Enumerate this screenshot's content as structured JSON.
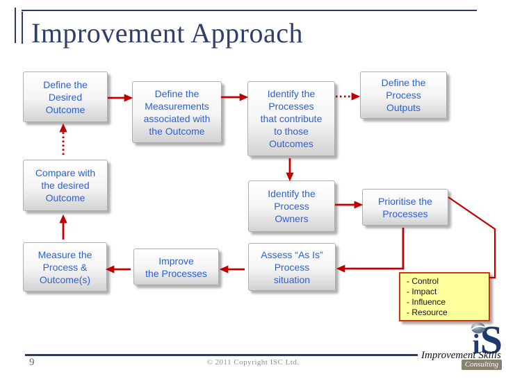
{
  "slide": {
    "title": "Improvement Approach",
    "page_number": "9",
    "copyright": "© 2011 Copyright ISC Ltd."
  },
  "colors": {
    "accent_navy": "#2e3a5e",
    "title_navy": "#2f3e6d",
    "node_text_blue": "#2b60d9",
    "arrow_red": "#c00000",
    "note_fill_yellow": "#ffff9e",
    "note_border_red": "#cc3322"
  },
  "flowchart": {
    "nodes": [
      {
        "id": "define-desired-outcome",
        "label": "Define the\nDesired\nOutcome"
      },
      {
        "id": "define-measurements",
        "label": "Define the\nMeasurements\nassociated with\nthe Outcome"
      },
      {
        "id": "identify-processes",
        "label": "Identify the\nProcesses\nthat contribute\nto those\nOutcomes"
      },
      {
        "id": "define-process-outputs",
        "label": "Define the\nProcess\nOutputs"
      },
      {
        "id": "compare-with-desired",
        "label": "Compare with\nthe desired\nOutcome"
      },
      {
        "id": "identify-process-owners",
        "label": "Identify the\nProcess\nOwners"
      },
      {
        "id": "prioritise-processes",
        "label": "Prioritise the\nProcesses"
      },
      {
        "id": "measure-process-outcomes",
        "label": "Measure the\nProcess &\nOutcome(s)"
      },
      {
        "id": "improve-processes",
        "label": "Improve\nthe Processes"
      },
      {
        "id": "assess-as-is",
        "label": "Assess “As Is”\nProcess\nsituation"
      }
    ],
    "note": {
      "label": "- Control\n- Impact\n- Influence\n- Resource"
    },
    "edges": [
      {
        "from": "define-desired-outcome",
        "to": "define-measurements",
        "style": "solid"
      },
      {
        "from": "define-measurements",
        "to": "identify-processes",
        "style": "solid"
      },
      {
        "from": "identify-processes",
        "to": "define-process-outputs",
        "style": "dotted"
      },
      {
        "from": "identify-processes",
        "to": "identify-process-owners",
        "style": "solid"
      },
      {
        "from": "identify-process-owners",
        "to": "prioritise-processes",
        "style": "solid"
      },
      {
        "from": "prioritise-processes",
        "to": "assess-as-is",
        "style": "solid-elbow"
      },
      {
        "from": "prioritise-processes",
        "to": "note",
        "style": "solid-elbow"
      },
      {
        "from": "assess-as-is",
        "to": "improve-processes",
        "style": "solid"
      },
      {
        "from": "improve-processes",
        "to": "measure-process-outcomes",
        "style": "solid"
      },
      {
        "from": "measure-process-outcomes",
        "to": "compare-with-desired",
        "style": "solid"
      },
      {
        "from": "compare-with-desired",
        "to": "define-desired-outcome",
        "style": "dotted"
      }
    ]
  },
  "logo": {
    "mark_i": "i",
    "mark_s": "S",
    "line1": "Improvement Skills",
    "line2": "Consulting"
  }
}
